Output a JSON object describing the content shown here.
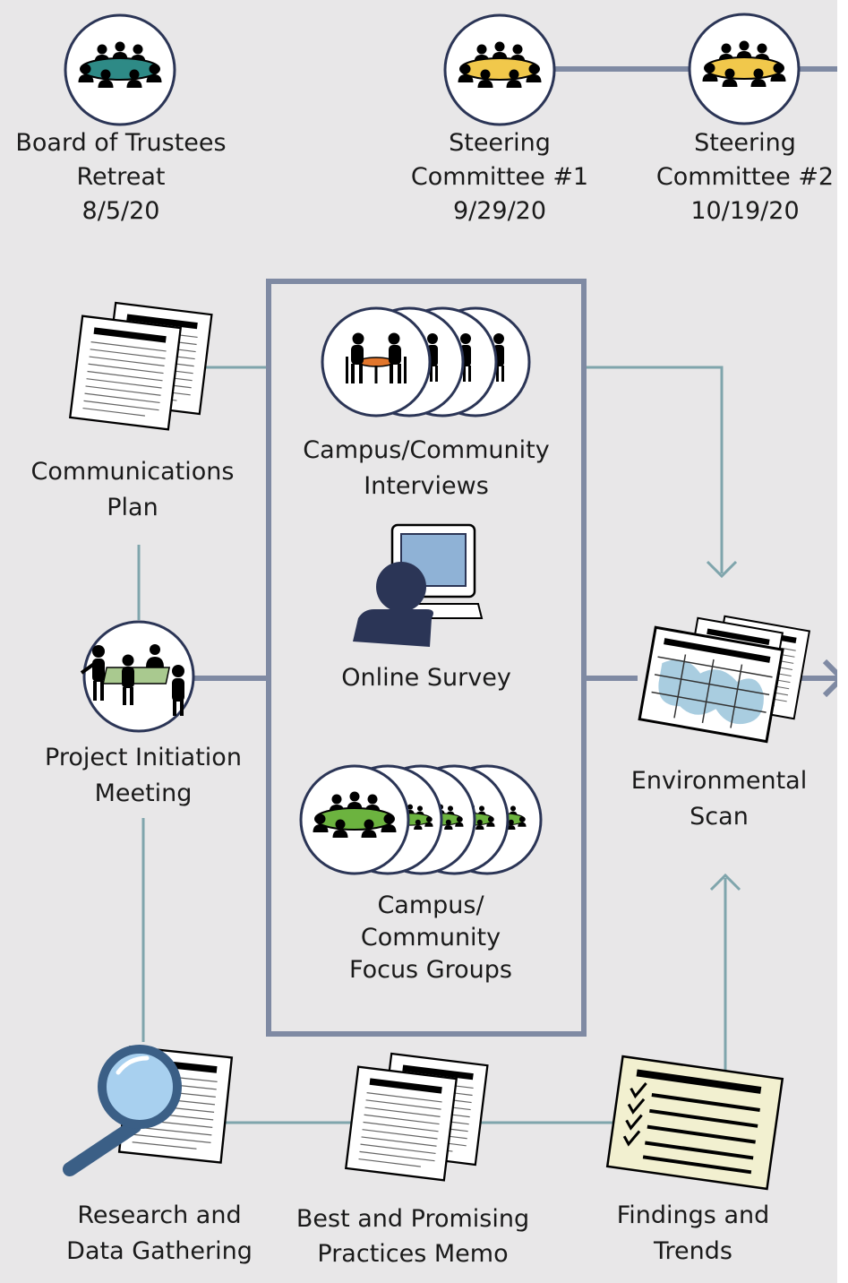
{
  "meetings": [
    {
      "title": "Board of Trustees",
      "subtitle": "Retreat",
      "date": "8/5/20",
      "icon": "board-meeting-icon",
      "table_color": "#2e8a86"
    },
    {
      "title": "Steering",
      "subtitle": "Committee #1",
      "date": "9/29/20",
      "icon": "committee-meeting-icon",
      "table_color": "#f1c84b"
    },
    {
      "title": "Steering",
      "subtitle": "Committee #2",
      "date": "10/19/20",
      "icon": "committee-meeting-icon",
      "table_color": "#f1c84b"
    }
  ],
  "nodes": {
    "communications_plan": {
      "line1": "Communications",
      "line2": "Plan",
      "icon": "document-stack-icon"
    },
    "project_initiation": {
      "line1": "Project Initiation",
      "line2": "Meeting",
      "icon": "team-meeting-icon"
    },
    "interviews": {
      "line1": "Campus/Community",
      "line2": "Interviews",
      "icon": "interview-icon"
    },
    "online_survey": {
      "line1": "Online Survey",
      "icon": "computer-user-icon"
    },
    "focus_groups": {
      "line1": "Campus/",
      "line2": "Community",
      "line3": "Focus Groups",
      "icon": "focus-group-icon",
      "table_color": "#6cb33f"
    },
    "environmental_scan": {
      "line1": "Environmental",
      "line2": "Scan",
      "icon": "map-report-icon"
    },
    "research": {
      "line1": "Research and",
      "line2": "Data Gathering",
      "icon": "magnifier-document-icon"
    },
    "best_practices": {
      "line1": "Best and Promising",
      "line2": "Practices Memo",
      "icon": "document-stack-icon"
    },
    "findings": {
      "line1": "Findings and",
      "line2": "Trends",
      "icon": "checklist-icon"
    }
  },
  "colors": {
    "background": "#e8e7e8",
    "frame": "#7f8aa3",
    "connector": "#7fa5ac",
    "person": "#000000",
    "survey_user": "#2b3556",
    "screen": "#8fb2d6",
    "map_water": "#a9cde0",
    "checklist_paper": "#f2f0d0",
    "magnifier_lens": "#a8d0ef",
    "magnifier_handle": "#3b5f86",
    "interview_table": "#e2762c",
    "initiation_table": "#a9c98f"
  }
}
